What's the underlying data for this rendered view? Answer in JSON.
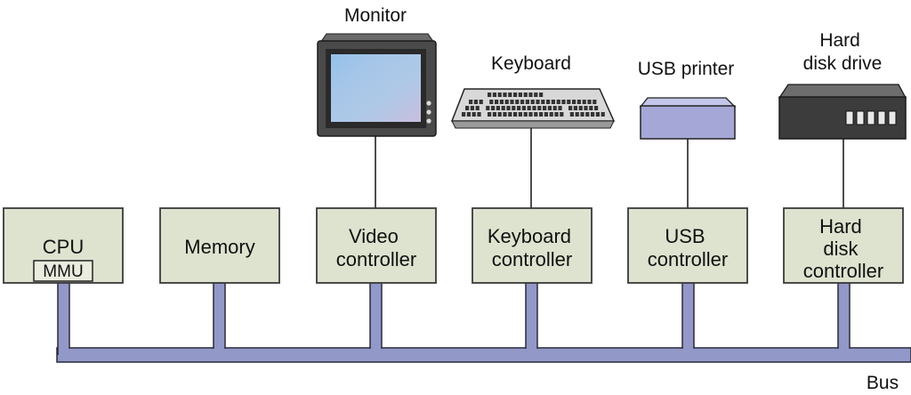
{
  "colors": {
    "box_fill": "#dde3cf",
    "box_stroke": "#3a3a3a",
    "bus_fill": "#9298c8",
    "bus_stroke": "#2a2a3a",
    "monitor_body": "#4a4a4a",
    "monitor_screen": "#a9c8e8",
    "printer_fill": "#a5a7d6",
    "disk_body": "#3c3c3c",
    "keyboard_fill": "#d8d8d8"
  },
  "components": {
    "cpu": {
      "label_lines": [
        "CPU"
      ],
      "sub_box_label": "MMU"
    },
    "memory": {
      "label_lines": [
        "Memory"
      ]
    },
    "video_controller": {
      "label_lines": [
        "Video",
        "controller"
      ]
    },
    "keyboard_controller": {
      "label_lines": [
        "Keyboard",
        "controller"
      ]
    },
    "usb_controller": {
      "label_lines": [
        "USB",
        "controller"
      ]
    },
    "disk_controller": {
      "label_lines": [
        "Hard",
        "disk",
        "controller"
      ]
    }
  },
  "devices": {
    "monitor": {
      "label_lines": [
        "Monitor"
      ]
    },
    "keyboard": {
      "label_lines": [
        "Keyboard"
      ]
    },
    "usb_printer": {
      "label_lines": [
        "USB printer"
      ]
    },
    "hard_disk_drive": {
      "label_lines": [
        "Hard",
        "disk drive"
      ]
    }
  },
  "bus": {
    "label": "Bus"
  }
}
